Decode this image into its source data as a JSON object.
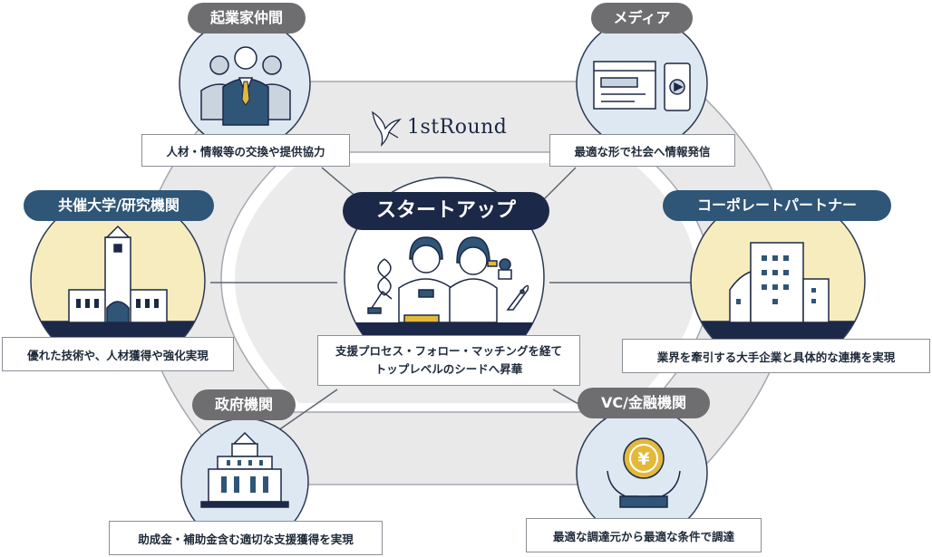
{
  "brand": {
    "logo_text": "1stRound",
    "logo_icon": "hummingbird-icon"
  },
  "center": {
    "title": "スタートアップ",
    "caption_line1": "支援プロセス・フォロー・マッチングを経て",
    "caption_line2": "トップレベルのシードへ昇華"
  },
  "nodes": {
    "entrepreneurs": {
      "label": "起業家仲間",
      "caption": "人材・情報等の交換や提供協力",
      "icon": "business-people-icon"
    },
    "media": {
      "label": "メディア",
      "caption": "最適な形で社会へ情報発信",
      "icon": "browser-and-phone-icon"
    },
    "universities": {
      "label": "共催大学/研究機関",
      "caption": "優れた技術や、人材獲得や強化実現",
      "icon": "university-building-icon"
    },
    "corporate": {
      "label": "コーポレートパートナー",
      "caption": "業界を牽引する大手企業と具体的な連携を実現",
      "icon": "office-buildings-icon"
    },
    "government": {
      "label": "政府機関",
      "caption": "助成金・補助金含む適切な支援獲得を実現",
      "icon": "government-building-icon"
    },
    "vc": {
      "label": "VC/金融機関",
      "caption": "最適な調達元から最適な条件で調達",
      "icon": "yen-coin-hands-icon"
    }
  },
  "colors": {
    "navy": "#1c2847",
    "accent_navy": "#2f5577",
    "gray_pill": "#6e6e70",
    "ring": "#e8e8e9",
    "ring_stroke": "#9aa1ab",
    "circle_blue": "#dde8f2",
    "circle_yellow": "#f6ecbe",
    "gold": "#e3b93a"
  }
}
